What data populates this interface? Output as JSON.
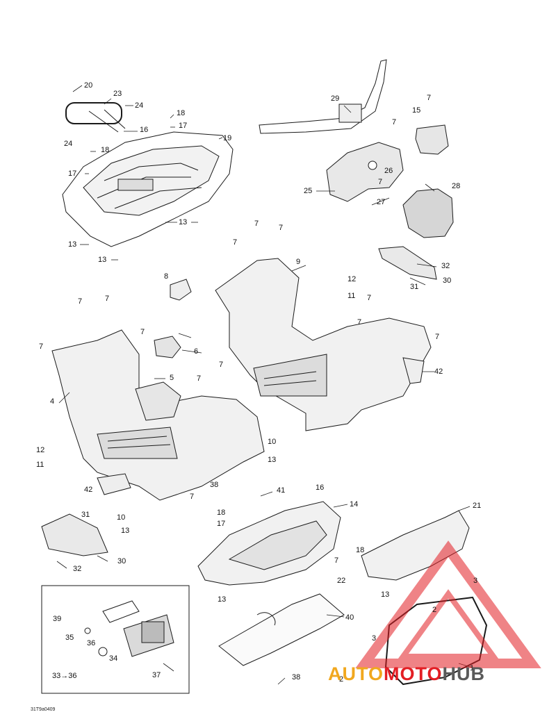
{
  "figure_code": "31T9a0409",
  "watermark": {
    "brand_part1": "AUTO",
    "brand_part2": "MOTO",
    "brand_part3": "HUB",
    "colors": {
      "auto": "#f1a81f",
      "moto": "#e31e24",
      "hub": "#5a5a5a",
      "triangle": "#e31e24"
    }
  },
  "callouts": {
    "c20": "20",
    "c23": "23",
    "c24a": "24",
    "c24b": "24",
    "c16a": "16",
    "c18a": "18",
    "c17a": "17",
    "c19": "19",
    "c18b": "18",
    "c17b": "17",
    "c13a": "13",
    "c13b": "13",
    "c13c": "13",
    "c29": "29",
    "c7a": "7",
    "c15": "15",
    "c7b": "7",
    "c26": "26",
    "c7c": "7",
    "c25": "25",
    "c27": "27",
    "c28": "28",
    "c7d": "7",
    "c7e": "7",
    "c7f": "7",
    "c9": "9",
    "c32a": "32",
    "c31a": "31",
    "c30a": "30",
    "c8": "8",
    "c12a": "12",
    "c11a": "11",
    "c7g": "7",
    "c7h": "7",
    "c7i": "7",
    "c7j": "7",
    "c7k": "7",
    "c7l": "7",
    "c6": "6",
    "c7m": "7",
    "c42a": "42",
    "c4": "4",
    "c5": "5",
    "c7n": "7",
    "c7o": "7",
    "c12b": "12",
    "c11b": "11",
    "c10a": "10",
    "c13d": "13",
    "c42b": "42",
    "c7p": "7",
    "c38a": "38",
    "c41": "41",
    "c16b": "16",
    "c14": "14",
    "c31b": "31",
    "c10b": "10",
    "c18c": "18",
    "c17c": "17",
    "c13e": "13",
    "c30b": "30",
    "c32b": "32",
    "c21": "21",
    "c18d": "18",
    "c7q": "7",
    "c22": "22",
    "c13f": "13",
    "c3a": "3",
    "c13g": "13",
    "c40": "40",
    "c2a": "2",
    "c39": "39",
    "c35": "35",
    "c36": "36",
    "c34": "34",
    "c33": "33→36",
    "c37": "37",
    "c3b": "3",
    "c38b": "38",
    "c1": "1",
    "c2b": "2"
  }
}
